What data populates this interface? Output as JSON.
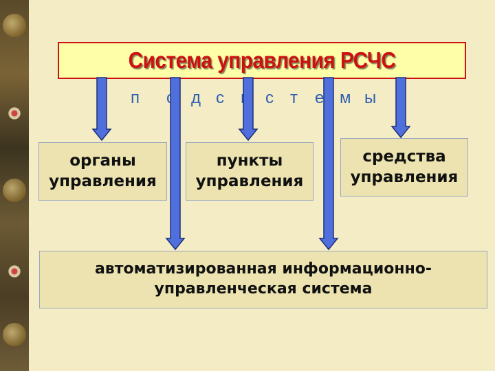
{
  "title": "Система управления РСЧС",
  "subtitle_letters": [
    "п",
    "о",
    "д",
    "с",
    "и",
    "с",
    "т",
    "е",
    "м",
    "ы"
  ],
  "boxes": {
    "organs": [
      "органы",
      "управления"
    ],
    "points": [
      "пункты",
      "управления"
    ],
    "means": [
      "средства",
      "управления"
    ],
    "system": [
      "автоматизированная информационно-",
      "управленческая система"
    ]
  },
  "colors": {
    "title_text": "#cc1111",
    "title_bg": "#fefea8",
    "arrow_fill": "#4f6fdc",
    "subtitle": "#2e5fb0",
    "background": "#f4ecc4"
  }
}
